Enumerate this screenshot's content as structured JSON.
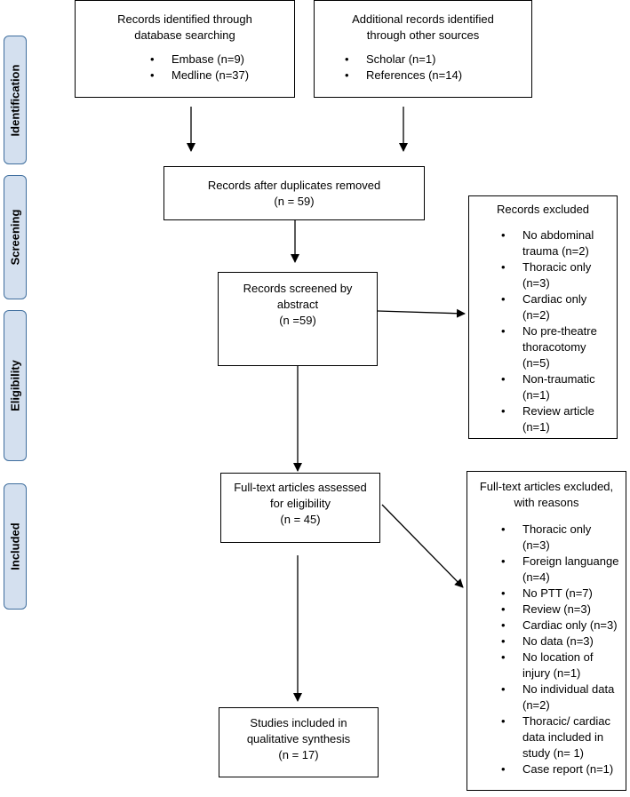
{
  "stages": {
    "identification": "Identification",
    "screening": "Screening",
    "eligibility": "Eligibility",
    "included": "Included"
  },
  "boxes": {
    "database": {
      "line1": "Records identified through",
      "line2": "database searching",
      "items": [
        "Embase (n=9)",
        "Medline (n=37)"
      ]
    },
    "other": {
      "line1": "Additional records identified",
      "line2": "through other sources",
      "items": [
        "Scholar (n=1)",
        "References (n=14)"
      ]
    },
    "duplicates": {
      "line1": "Records after duplicates removed",
      "line2": "(n = 59)"
    },
    "screened": {
      "line1": "Records screened by",
      "line2": "abstract",
      "line3": "(n =59)"
    },
    "excluded": {
      "title": "Records excluded",
      "items": [
        [
          "No abdominal",
          "trauma (n=2)"
        ],
        [
          "Thoracic only",
          "(n=3)"
        ],
        [
          "Cardiac only (n=2)"
        ],
        [
          "No pre-theatre",
          "thoracotomy",
          "(n=5)"
        ],
        [
          "Non-traumatic",
          "(n=1)"
        ],
        [
          "Review article",
          "(n=1)"
        ]
      ]
    },
    "fulltext": {
      "line1": "Full-text articles assessed",
      "line2": "for eligibility",
      "line3": "(n = 45)"
    },
    "fulltext_excluded": {
      "title1": "Full-text articles excluded,",
      "title2": "with reasons",
      "items": [
        [
          "Thoracic only",
          "(n=3)"
        ],
        [
          "Foreign languange",
          "(n=4)"
        ],
        [
          "No PTT (n=7)"
        ],
        [
          "Review (n=3)"
        ],
        [
          "Cardiac only (n=3)"
        ],
        [
          "No data (n=3)"
        ],
        [
          "No location of",
          "injury (n=1)"
        ],
        [
          "No individual data",
          "(n=2)"
        ],
        [
          "Thoracic/ cardiac",
          "data included in",
          "study (n= 1)"
        ],
        [
          "Case report (n=1)"
        ]
      ]
    },
    "included": {
      "line1": "Studies included in",
      "line2": "qualitative synthesis",
      "line3": "(n = 17)"
    }
  }
}
